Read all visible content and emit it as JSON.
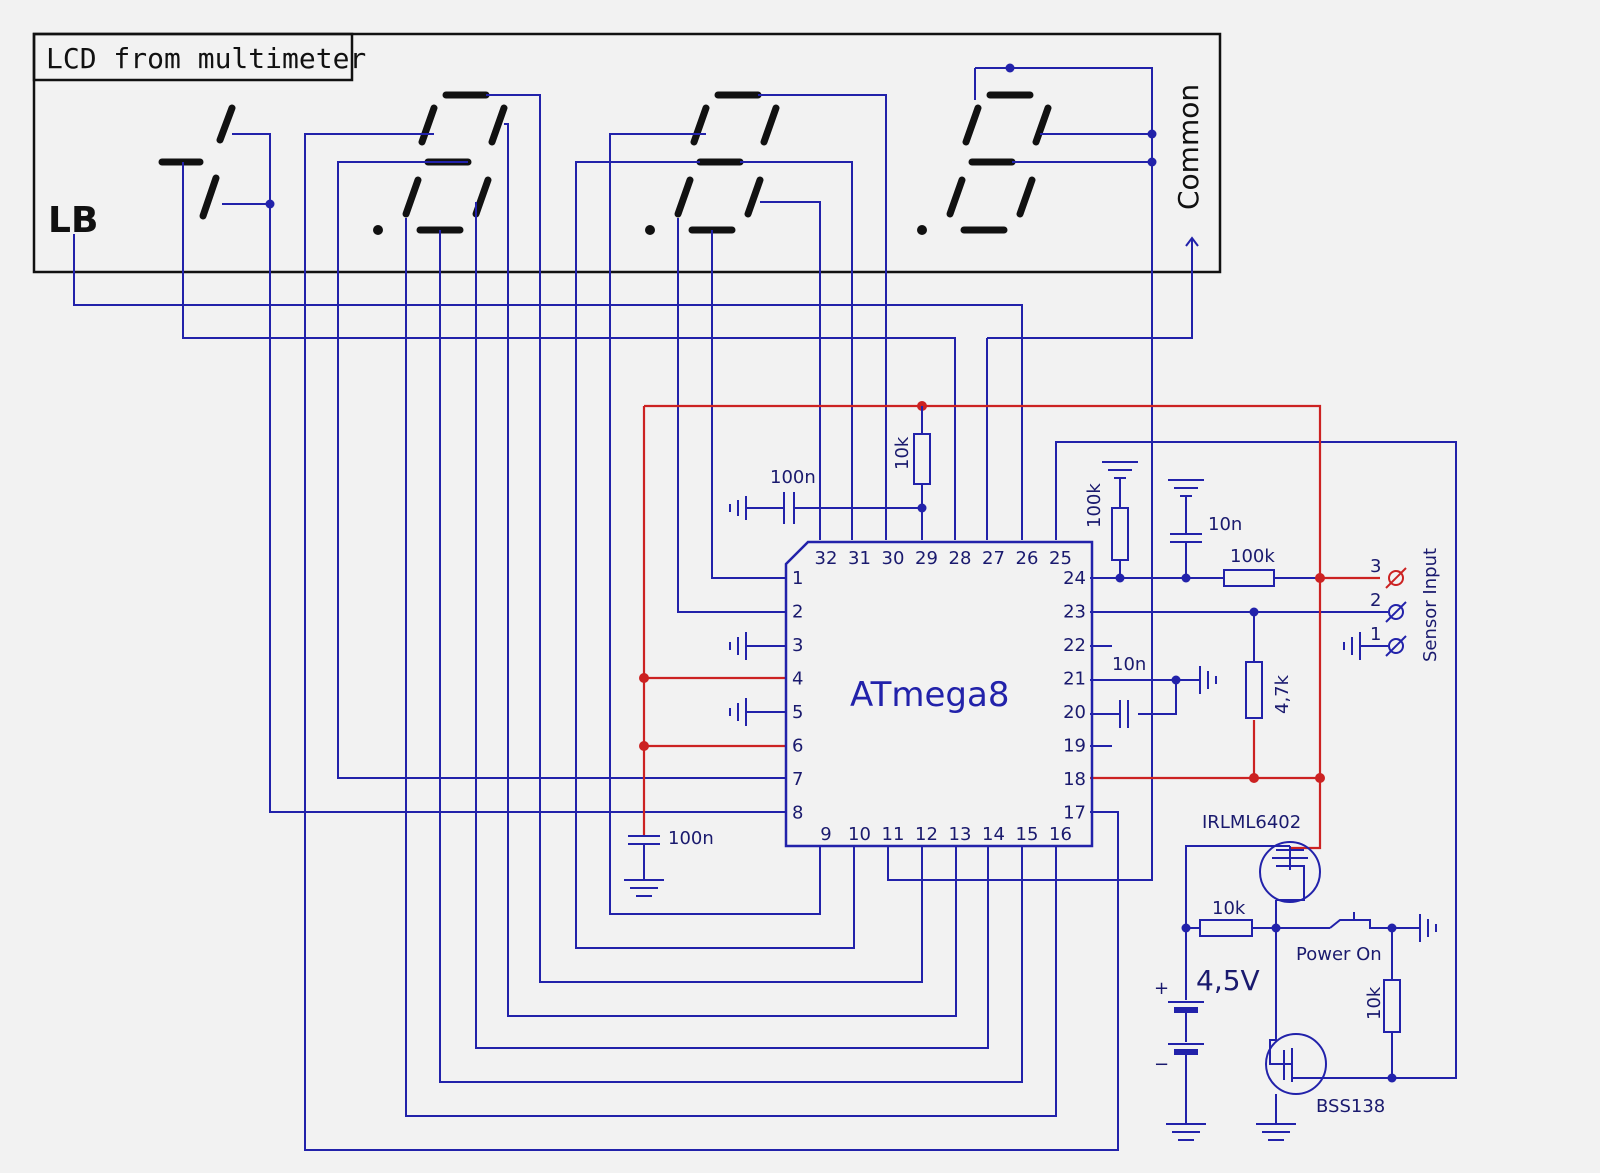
{
  "lcd": {
    "title": "LCD from multimeter",
    "lb_label": "LB",
    "common_label": "Common"
  },
  "mcu": {
    "name": "ATmega8",
    "pins_left": [
      "1",
      "2",
      "3",
      "4",
      "5",
      "6",
      "7",
      "8"
    ],
    "pins_right": [
      "24",
      "23",
      "22",
      "21",
      "20",
      "19",
      "18",
      "17"
    ],
    "pins_top": [
      "32",
      "31",
      "30",
      "29",
      "28",
      "27",
      "26",
      "25"
    ],
    "pins_bottom": [
      "9",
      "10",
      "11",
      "12",
      "13",
      "14",
      "15",
      "16"
    ]
  },
  "components": {
    "c_top": "100n",
    "r_reset": "10k",
    "c_bottom": "100n",
    "r_pull": "100k",
    "c_10n_top": "10n",
    "r_series": "100k",
    "c_10n_adc": "10n",
    "r_4k7": "4,7k",
    "pmos": "IRLML6402",
    "r_gate": "10k",
    "button": "Power On",
    "r_pd": "10k",
    "battery": "4,5V",
    "bat_plus": "+",
    "bat_minus": "−",
    "nmos": "BSS138"
  },
  "sensor": {
    "label": "Sensor Input",
    "pins": [
      "3",
      "2",
      "1"
    ]
  },
  "colors": {
    "wire": "#2222aa",
    "power": "#cc2222",
    "segment": "#111111",
    "background": "#f2f2f2"
  }
}
